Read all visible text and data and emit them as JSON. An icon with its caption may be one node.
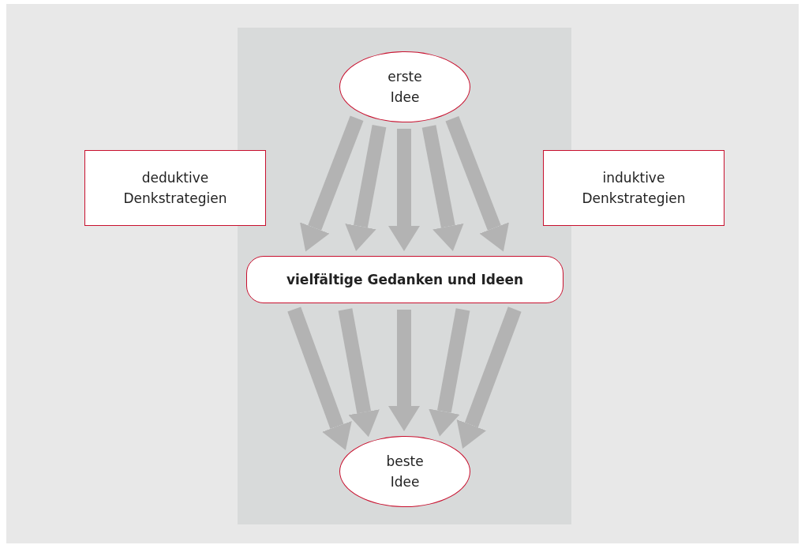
{
  "diagram": {
    "nodes": [
      {
        "text": [
          "erste Idee"
        ]
      },
      {
        "text": [
          "deduktive Denkstrategien"
        ]
      },
      {
        "text": [
          "induktive Denkstrategien"
        ]
      },
      {
        "text": [
          "vielfältige Gedanken und Ideen"
        ]
      },
      {
        "text": [
          "beste Idee"
        ]
      }
    ],
    "edges": [
      {
        "from": 0,
        "to": 3,
        "arrow": "to"
      },
      {
        "from": 0,
        "to": 3,
        "arrow": "to"
      },
      {
        "from": 0,
        "to": 3,
        "arrow": "to"
      },
      {
        "from": 0,
        "to": 3,
        "arrow": "to"
      },
      {
        "from": 0,
        "to": 3,
        "arrow": "to"
      },
      {
        "from": 3,
        "to": 4,
        "arrow": "to"
      },
      {
        "from": 3,
        "to": 4,
        "arrow": "to"
      },
      {
        "from": 3,
        "to": 4,
        "arrow": "to"
      },
      {
        "from": 3,
        "to": 4,
        "arrow": "to"
      },
      {
        "from": 3,
        "to": 4,
        "arrow": "to"
      }
    ]
  }
}
